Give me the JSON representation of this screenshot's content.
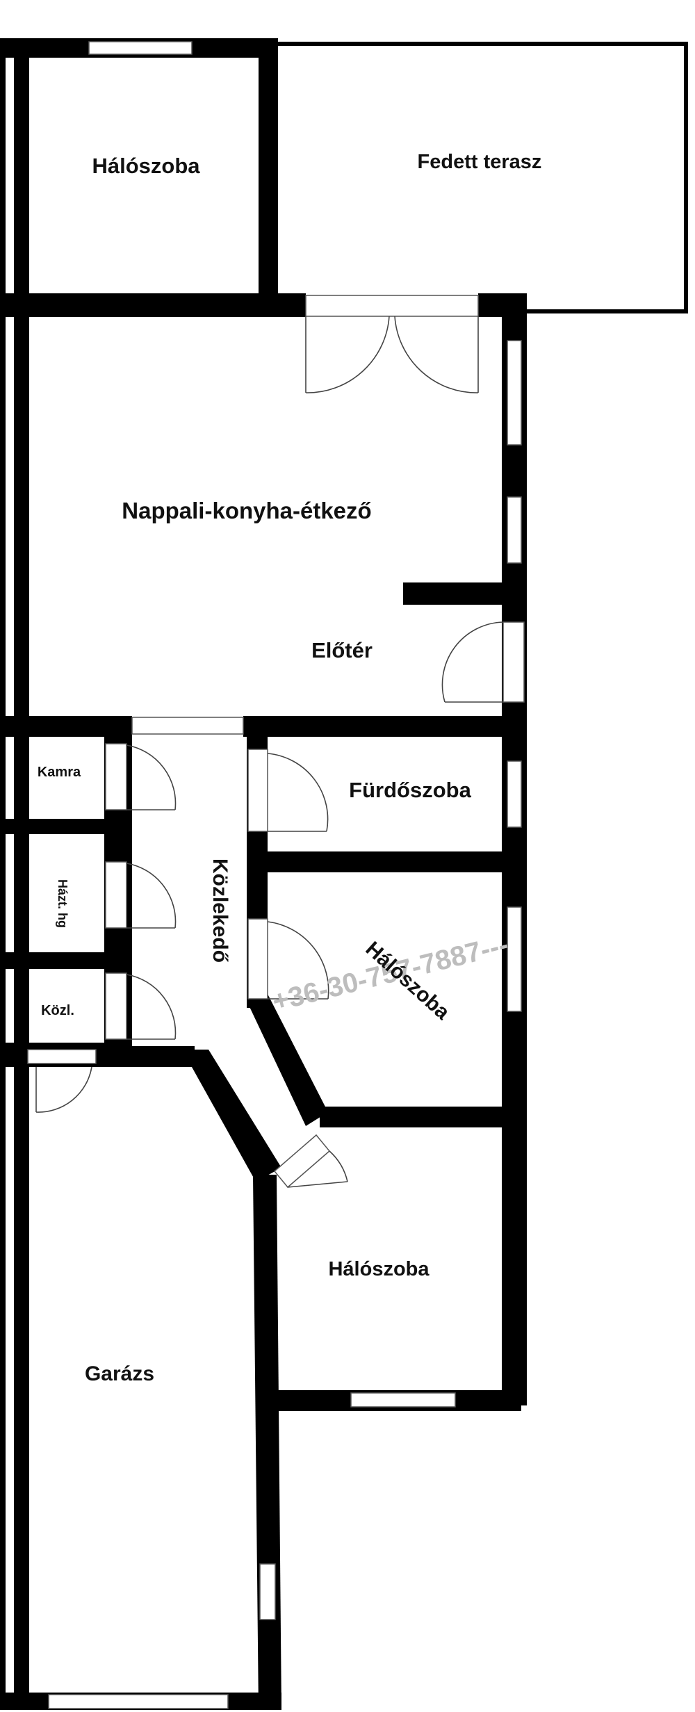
{
  "plan": {
    "rooms": {
      "bedroom_top": "Hálószoba",
      "covered_terrace": "Fedett terasz",
      "living_kitchen_dining": "Nappali-konyha-étkező",
      "entrance_hall": "Előtér",
      "pantry": "Kamra",
      "household_room": "Házt. hg",
      "utility": "Közl.",
      "corridor": "Közlekedő",
      "bathroom": "Fürdőszoba",
      "bedroom_middle": "Hálószoba",
      "bedroom_bottom": "Hálószoba",
      "garage": "Garázs"
    },
    "watermark": "+36-30-757-7887---",
    "colors": {
      "wall": "#000000",
      "background": "#ffffff",
      "watermark": "#bdbdbd"
    }
  }
}
